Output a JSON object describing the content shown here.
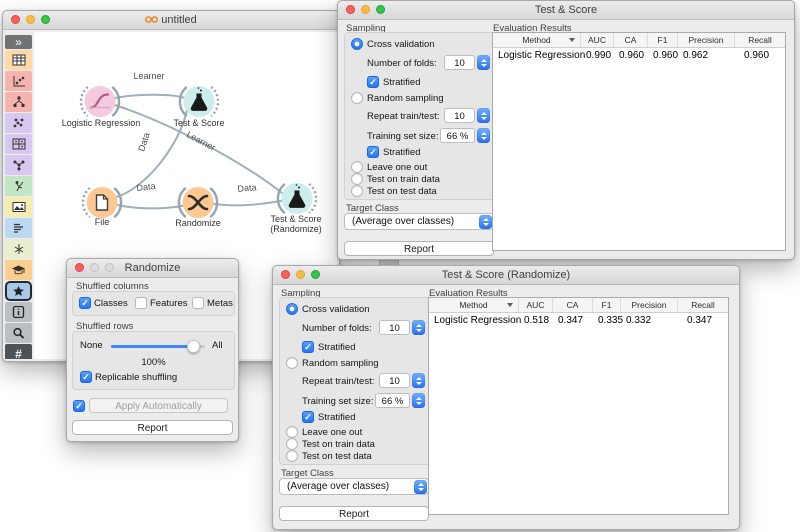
{
  "main_window": {
    "title": "untitled",
    "nodes": {
      "lr": "Logistic Regression",
      "ts": "Test & Score",
      "file": "File",
      "rand": "Randomize",
      "tsr_line1": "Test & Score",
      "tsr_line2": "(Randomize)"
    },
    "links": {
      "learner_top": "Learner",
      "learner_diag": "Learner",
      "data_file_ts": "Data",
      "data_file_rand": "Data",
      "data_rand_tsr": "Data"
    },
    "toolbar_icons": [
      "expand",
      "data-table",
      "scatter-plot",
      "tree",
      "distributions",
      "sieve-diagram",
      "network",
      "test-learners",
      "image-viewer",
      "corpus-text",
      "feature-constructor",
      "education",
      "favorites",
      "widget-info",
      "search",
      "grid",
      "text-tool"
    ]
  },
  "sampling": {
    "section": "Sampling",
    "cross_validation": "Cross validation",
    "folds_label": "Number of folds:",
    "folds_value": "10",
    "stratified": "Stratified",
    "random_sampling": "Random sampling",
    "repeat_label": "Repeat train/test:",
    "repeat_value": "10",
    "train_size_label": "Training set size:",
    "train_size_value": "66 %",
    "leave_one_out": "Leave one out",
    "test_on_train": "Test on train data",
    "test_on_test": "Test on test data",
    "target_class_label": "Target Class",
    "target_class_value": "(Average over classes)",
    "report": "Report",
    "results_section": "Evaluation Results"
  },
  "results_headers": {
    "method": "Method",
    "auc": "AUC",
    "ca": "CA",
    "f1": "F1",
    "precision": "Precision",
    "recall": "Recall"
  },
  "ts_window": {
    "title": "Test & Score",
    "row": {
      "method": "Logistic Regression",
      "auc": "0.990",
      "ca": "0.960",
      "f1": "0.960",
      "precision": "0.962",
      "recall": "0.960"
    }
  },
  "tsr_window": {
    "title": "Test & Score (Randomize)",
    "row": {
      "method": "Logistic Regression",
      "auc": "0.518",
      "ca": "0.347",
      "f1": "0.335",
      "precision": "0.332",
      "recall": "0.347"
    }
  },
  "randomize_window": {
    "title": "Randomize",
    "shuffled_columns": "Shuffled columns",
    "classes": "Classes",
    "features": "Features",
    "metas": "Metas",
    "shuffled_rows": "Shuffled rows",
    "none": "None",
    "all": "All",
    "percent": "100%",
    "replicable": "Replicable shuffling",
    "apply": "Apply Automatically",
    "report": "Report"
  },
  "check_glyph": "✓"
}
